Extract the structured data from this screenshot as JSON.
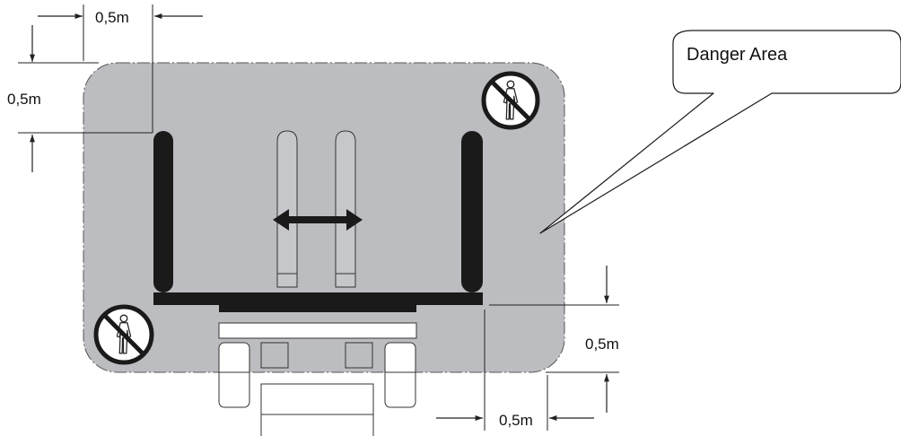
{
  "diagram": {
    "callout_label": "Danger Area",
    "dimensions": {
      "top_width": "0,5m",
      "left_height": "0,5m",
      "right_height": "0,5m",
      "bottom_width": "0,5m"
    },
    "icons": {
      "top_right": "no-pedestrian-icon",
      "bottom_left": "no-pedestrian-icon",
      "fork_shift": "double-arrow-icon"
    },
    "colors": {
      "danger_area_fill": "#bcbdc0",
      "equipment_black": "#1a1a1a",
      "line": "#222222"
    }
  }
}
